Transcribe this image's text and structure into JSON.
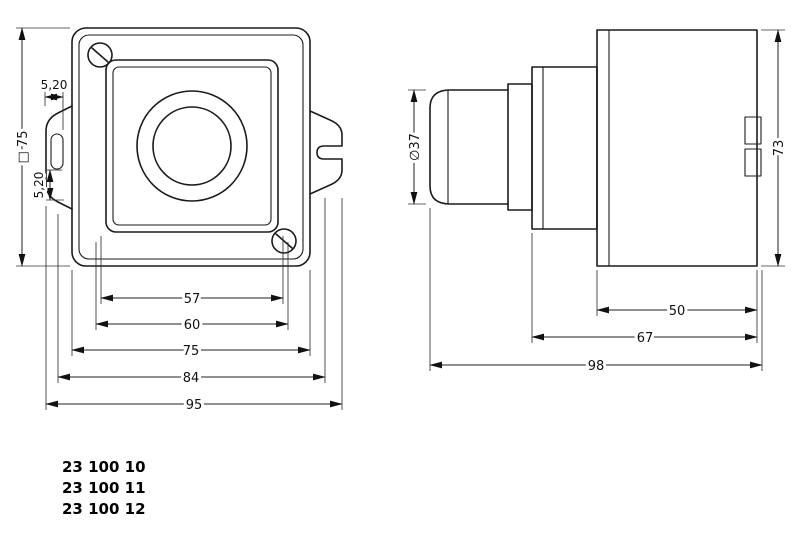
{
  "colors": {
    "background": "#ffffff",
    "line": "#1b1b1b",
    "text": "#111111"
  },
  "front_view": {
    "dim_square_side": "□ 75",
    "dim_slot_width": "5,20",
    "dim_slot_offset": "5,20",
    "dim_inner_window": "57",
    "dim_face": "60",
    "dim_plate": "75",
    "dim_mounting": "84",
    "dim_overall": "95"
  },
  "side_view": {
    "dim_sleeve_diameter": "∅37",
    "dim_body_height": "73",
    "dim_body_depth": "50",
    "dim_collar_depth": "67",
    "dim_overall_depth": "98"
  },
  "part_numbers": [
    "23 100 10",
    "23 100 11",
    "23 100 12"
  ]
}
